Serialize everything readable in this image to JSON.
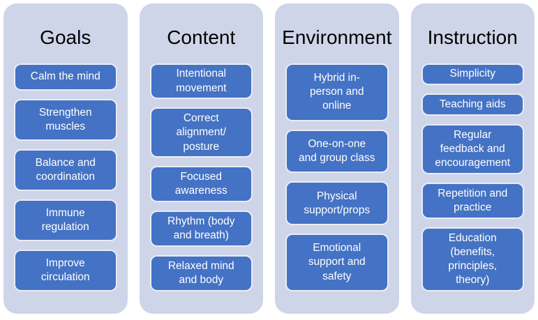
{
  "colors": {
    "page_background": "#FFFFFF",
    "column_background": "#CFD5E8",
    "box_fill": "#4472C4",
    "box_border": "#E9ECF7",
    "title_text": "#000000",
    "box_text": "#FFFFFF"
  },
  "columns": [
    {
      "title": "Goals",
      "items": [
        [
          "Calm the mind"
        ],
        [
          "Strengthen",
          "muscles"
        ],
        [
          "Balance and",
          "coordination"
        ],
        [
          "Immune",
          "regulation"
        ],
        [
          "Improve",
          "circulation"
        ]
      ]
    },
    {
      "title": "Content",
      "items": [
        [
          "Intentional",
          "movement"
        ],
        [
          "Correct",
          "alignment/",
          "posture"
        ],
        [
          "Focused",
          "awareness"
        ],
        [
          "Rhythm (body",
          "and breath)"
        ],
        [
          "Relaxed mind",
          "and body"
        ]
      ]
    },
    {
      "title": "Environment",
      "items": [
        [
          "Hybrid in-",
          "person and",
          "online"
        ],
        [
          "One-on-one",
          "and group class"
        ],
        [
          "Physical",
          "support/props"
        ],
        [
          "Emotional",
          "support and",
          "safety"
        ]
      ]
    },
    {
      "title": "Instruction",
      "items": [
        [
          "Simplicity"
        ],
        [
          "Teaching aids"
        ],
        [
          "Regular",
          "feedback and",
          "encouragement"
        ],
        [
          "Repetition and",
          "practice"
        ],
        [
          "Education",
          "(benefits,",
          "principles,",
          "theory)"
        ]
      ]
    }
  ]
}
